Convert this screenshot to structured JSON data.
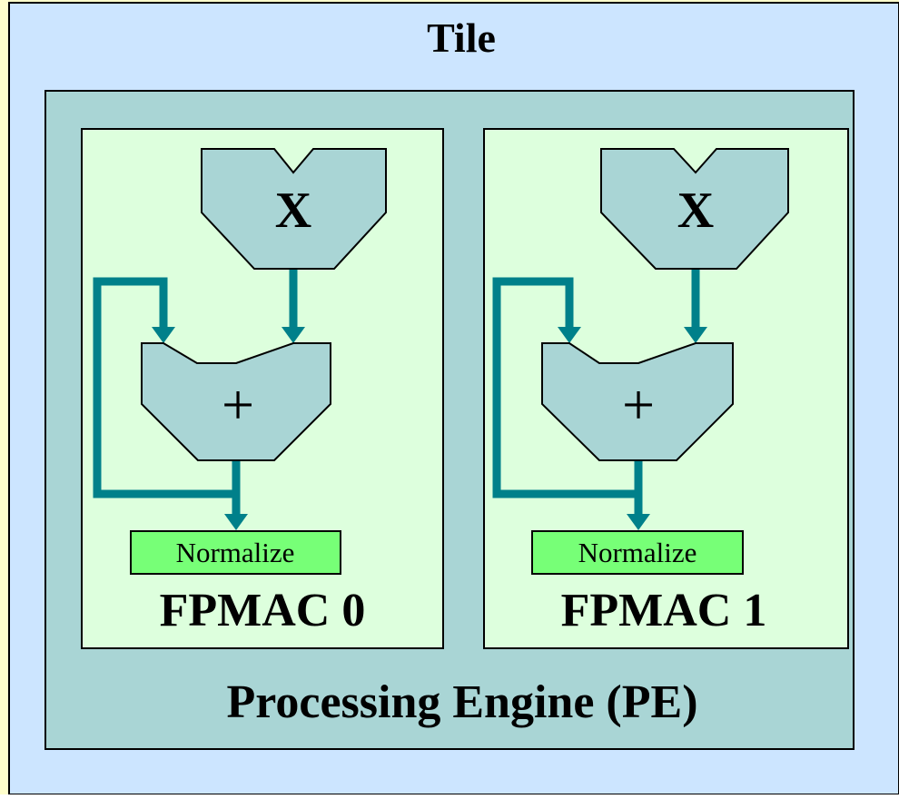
{
  "diagram": {
    "tile_label": "Tile",
    "pe_label": "Processing Engine (PE)",
    "units": [
      {
        "name": "FPMAC 0",
        "multiplier_symbol": "X",
        "adder_symbol": "+",
        "normalize_label": "Normalize"
      },
      {
        "name": "FPMAC 1",
        "multiplier_symbol": "X",
        "adder_symbol": "+",
        "normalize_label": "Normalize"
      }
    ],
    "colors": {
      "background": "#FFFFCC",
      "tile": "#CCE5FF",
      "pe": "#A9D5D5",
      "unit": "#DDFFDD",
      "block": "#A9D5D5",
      "normalize": "#77FF77",
      "wire": "#00808A"
    }
  }
}
